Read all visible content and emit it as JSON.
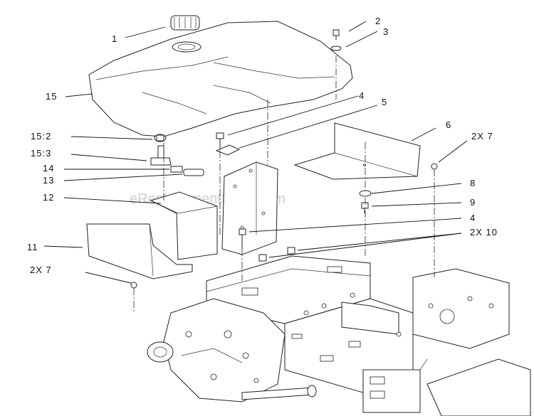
{
  "watermark": "eReplacementParts.com",
  "callouts": [
    {
      "id": "c-1",
      "text": "1"
    },
    {
      "id": "c-2",
      "text": "2"
    },
    {
      "id": "c-3",
      "text": "3"
    },
    {
      "id": "c-15",
      "text": "15"
    },
    {
      "id": "c-4a",
      "text": "4"
    },
    {
      "id": "c-5",
      "text": "5"
    },
    {
      "id": "c-6",
      "text": "6"
    },
    {
      "id": "c-2x7a",
      "text": "2X 7"
    },
    {
      "id": "c-15-2",
      "text": "15:2"
    },
    {
      "id": "c-15-3",
      "text": "15:3"
    },
    {
      "id": "c-14",
      "text": "14"
    },
    {
      "id": "c-13",
      "text": "13"
    },
    {
      "id": "c-12",
      "text": "12"
    },
    {
      "id": "c-8",
      "text": "8"
    },
    {
      "id": "c-9",
      "text": "9"
    },
    {
      "id": "c-4b",
      "text": "4"
    },
    {
      "id": "c-2x10",
      "text": "2X 10"
    },
    {
      "id": "c-11",
      "text": "11"
    },
    {
      "id": "c-2x7b",
      "text": "2X 7"
    }
  ]
}
